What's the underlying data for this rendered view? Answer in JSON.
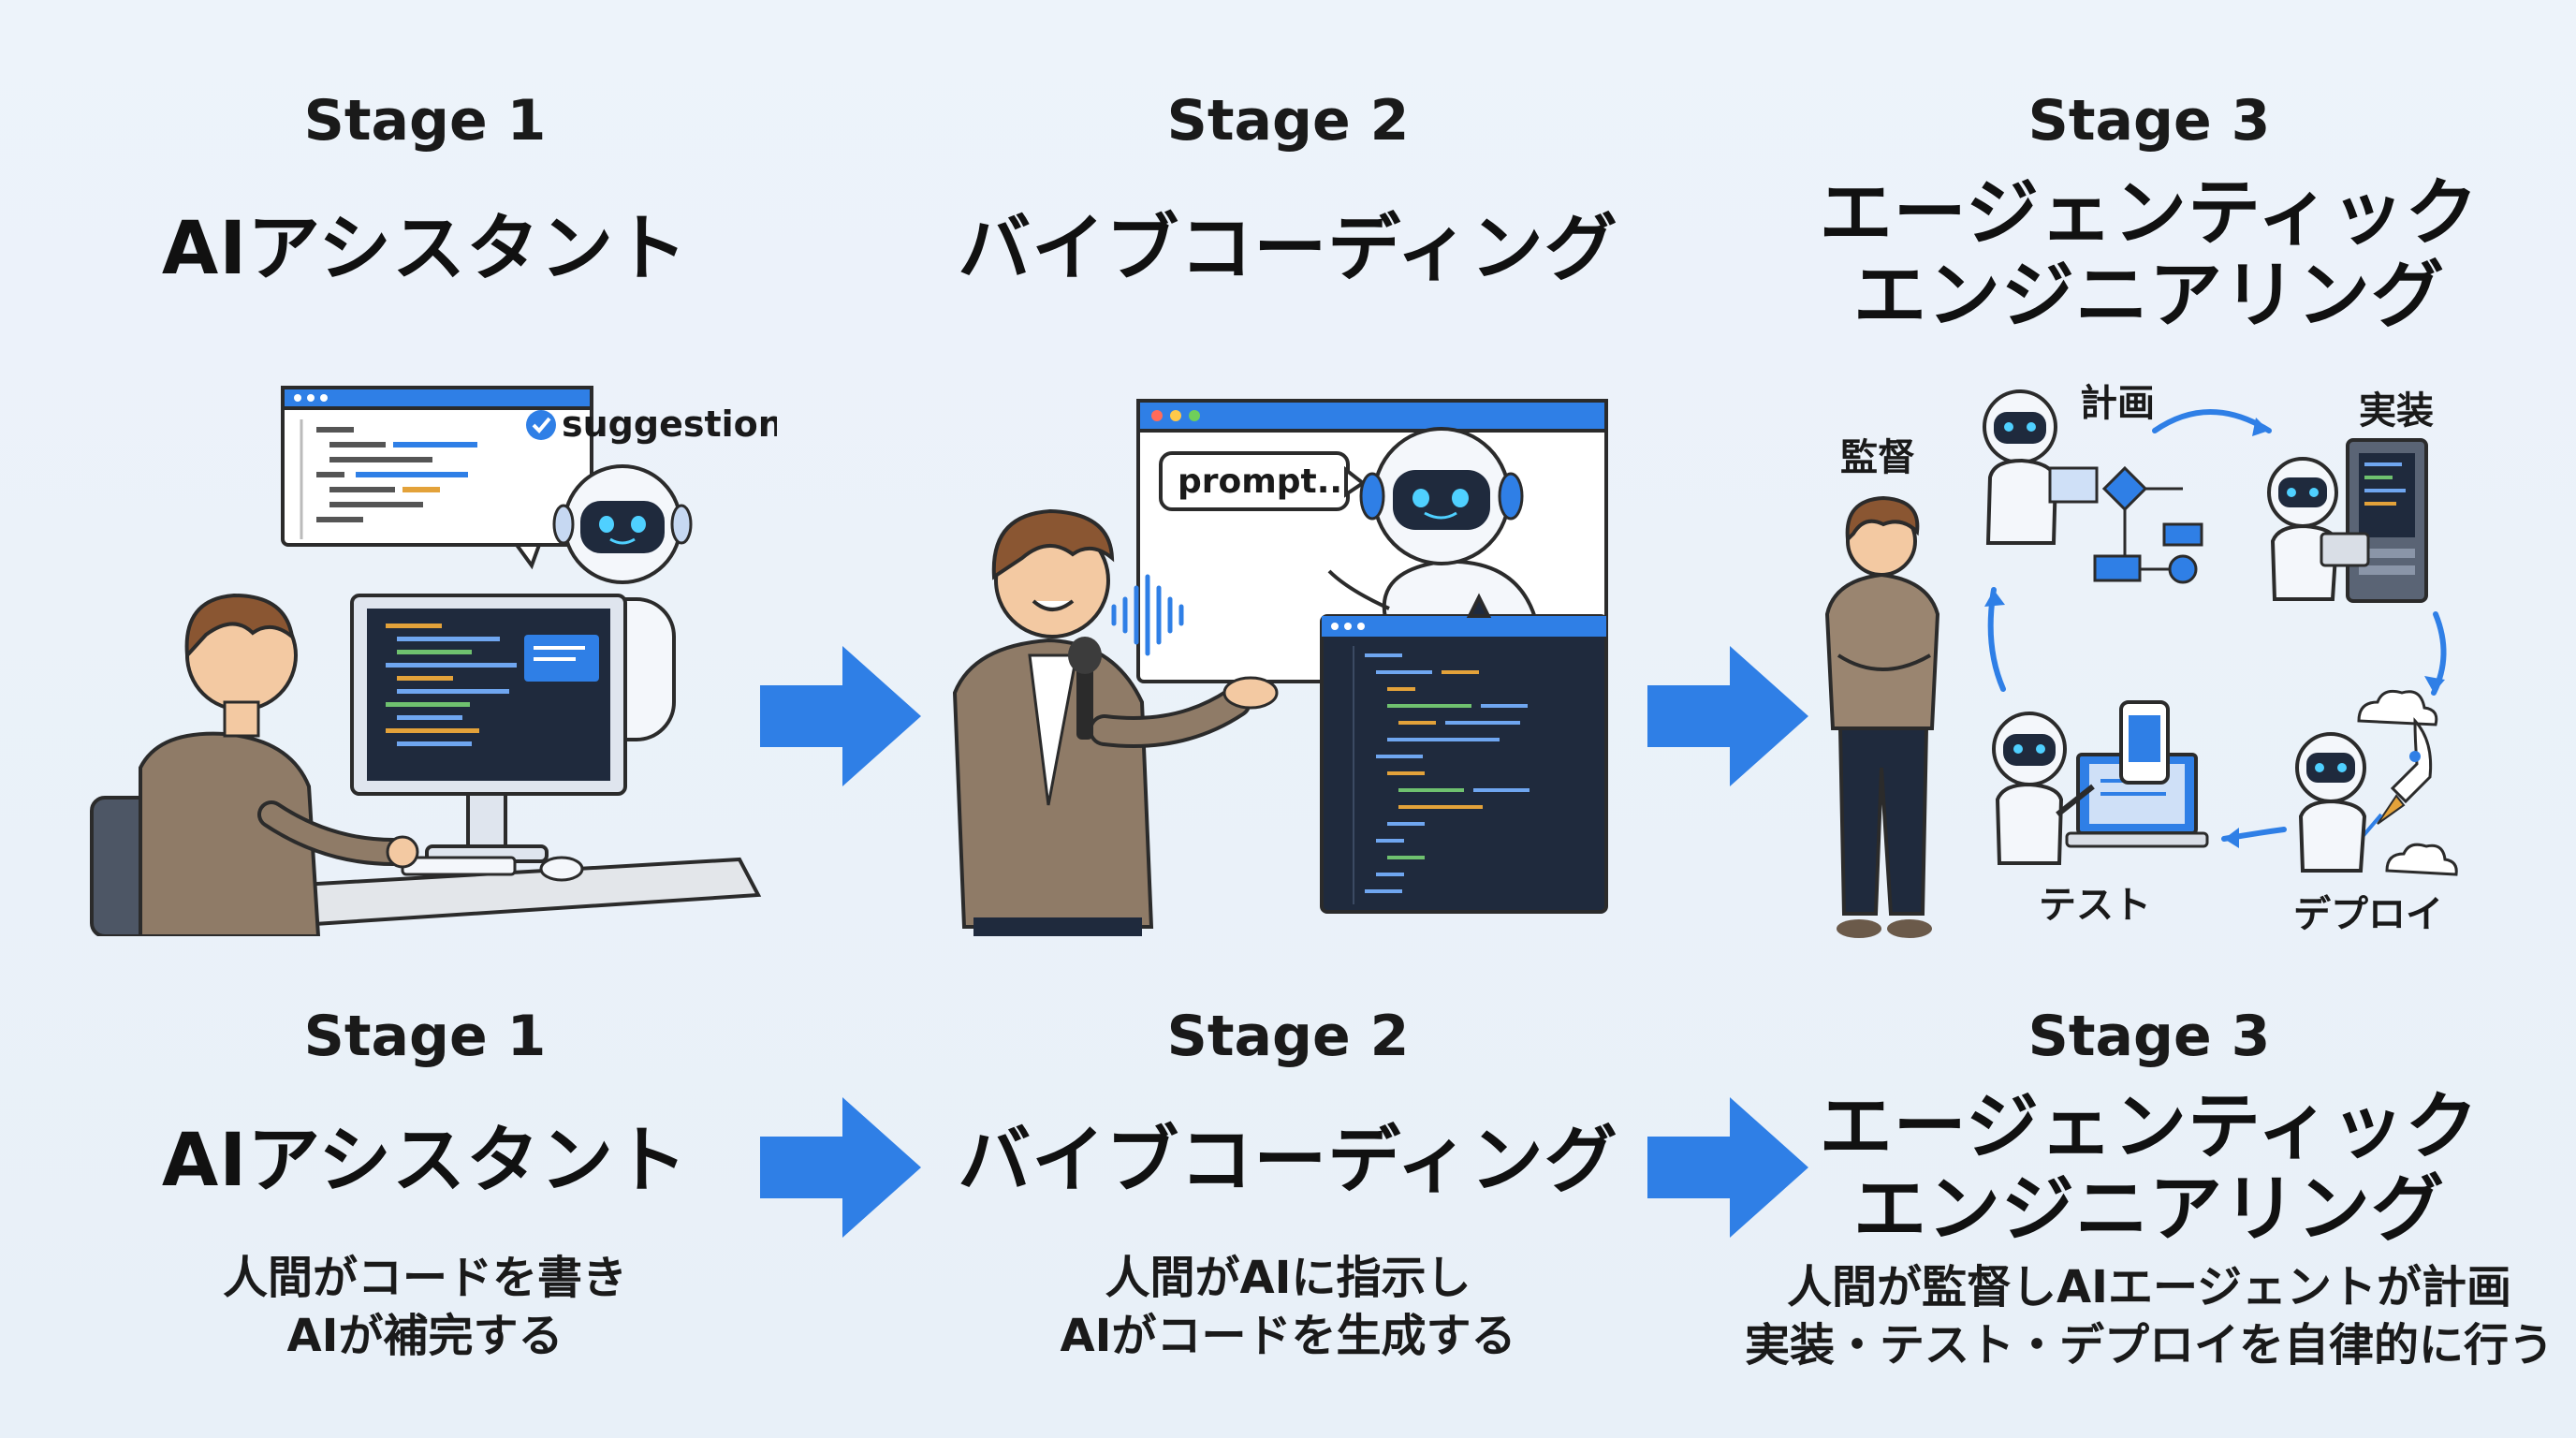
{
  "top": {
    "stages": [
      {
        "label": "Stage 1",
        "title_lines": [
          "AIアシスタント"
        ]
      },
      {
        "label": "Stage 2",
        "title_lines": [
          "バイブコーディング"
        ]
      },
      {
        "label": "Stage 3",
        "title_lines": [
          "エージェンティック",
          "エンジニアリング"
        ]
      }
    ]
  },
  "bottom": {
    "stages": [
      {
        "label": "Stage 1",
        "title_lines": [
          "AIアシスタント"
        ],
        "desc_lines": [
          "人間がコードを書き",
          "AIが補完する"
        ]
      },
      {
        "label": "Stage 2",
        "title_lines": [
          "バイブコーディング"
        ],
        "desc_lines": [
          "人間がAIに指示し",
          "AIがコードを生成する"
        ]
      },
      {
        "label": "Stage 3",
        "title_lines": [
          "エージェンティック",
          "エンジニアリング"
        ],
        "desc_lines": [
          "人間が監督しAIエージェントが計画",
          "実装・テスト・デプロイを自律的に行う"
        ]
      }
    ]
  },
  "illustrations": {
    "stage1": {
      "suggestion_label": "suggestion"
    },
    "stage2": {
      "prompt_label": "prompt.."
    },
    "stage3": {
      "supervisor_label": "監督",
      "cycle_labels": {
        "plan": "計画",
        "implement": "実装",
        "test": "テスト",
        "deploy": "デプロイ"
      }
    }
  },
  "colors": {
    "background": "#eaf1f9",
    "accent_blue": "#2f7fe6",
    "code_panel": "#1f2a3d",
    "skin": "#f3c9a2",
    "hair": "#8a5632",
    "shirt_brown": "#9a8570"
  }
}
